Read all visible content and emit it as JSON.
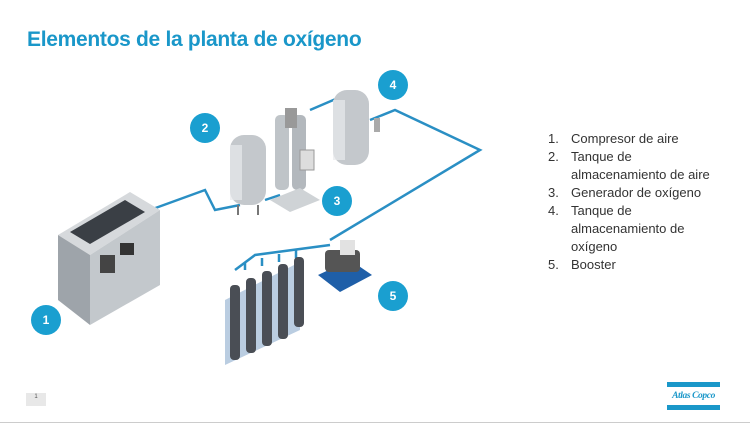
{
  "title": "Elementos de la planta de oxígeno",
  "components": [
    {
      "num": "1.",
      "label": "Compresor de aire"
    },
    {
      "num": "2.",
      "label": "Tanque de almacenamiento de aire"
    },
    {
      "num": "3.",
      "label": "Generador de oxígeno"
    },
    {
      "num": "4.",
      "label": "Tanque de almacenamiento de oxígeno"
    },
    {
      "num": "5.",
      "label": "Booster"
    }
  ],
  "badges": [
    "1",
    "2",
    "3",
    "4",
    "5"
  ],
  "page_number": "1",
  "logo_text": "Atlas Copco",
  "colors": {
    "accent": "#1a97c9",
    "badge": "#1a9fd0",
    "pipe": "#2a8fc4"
  }
}
